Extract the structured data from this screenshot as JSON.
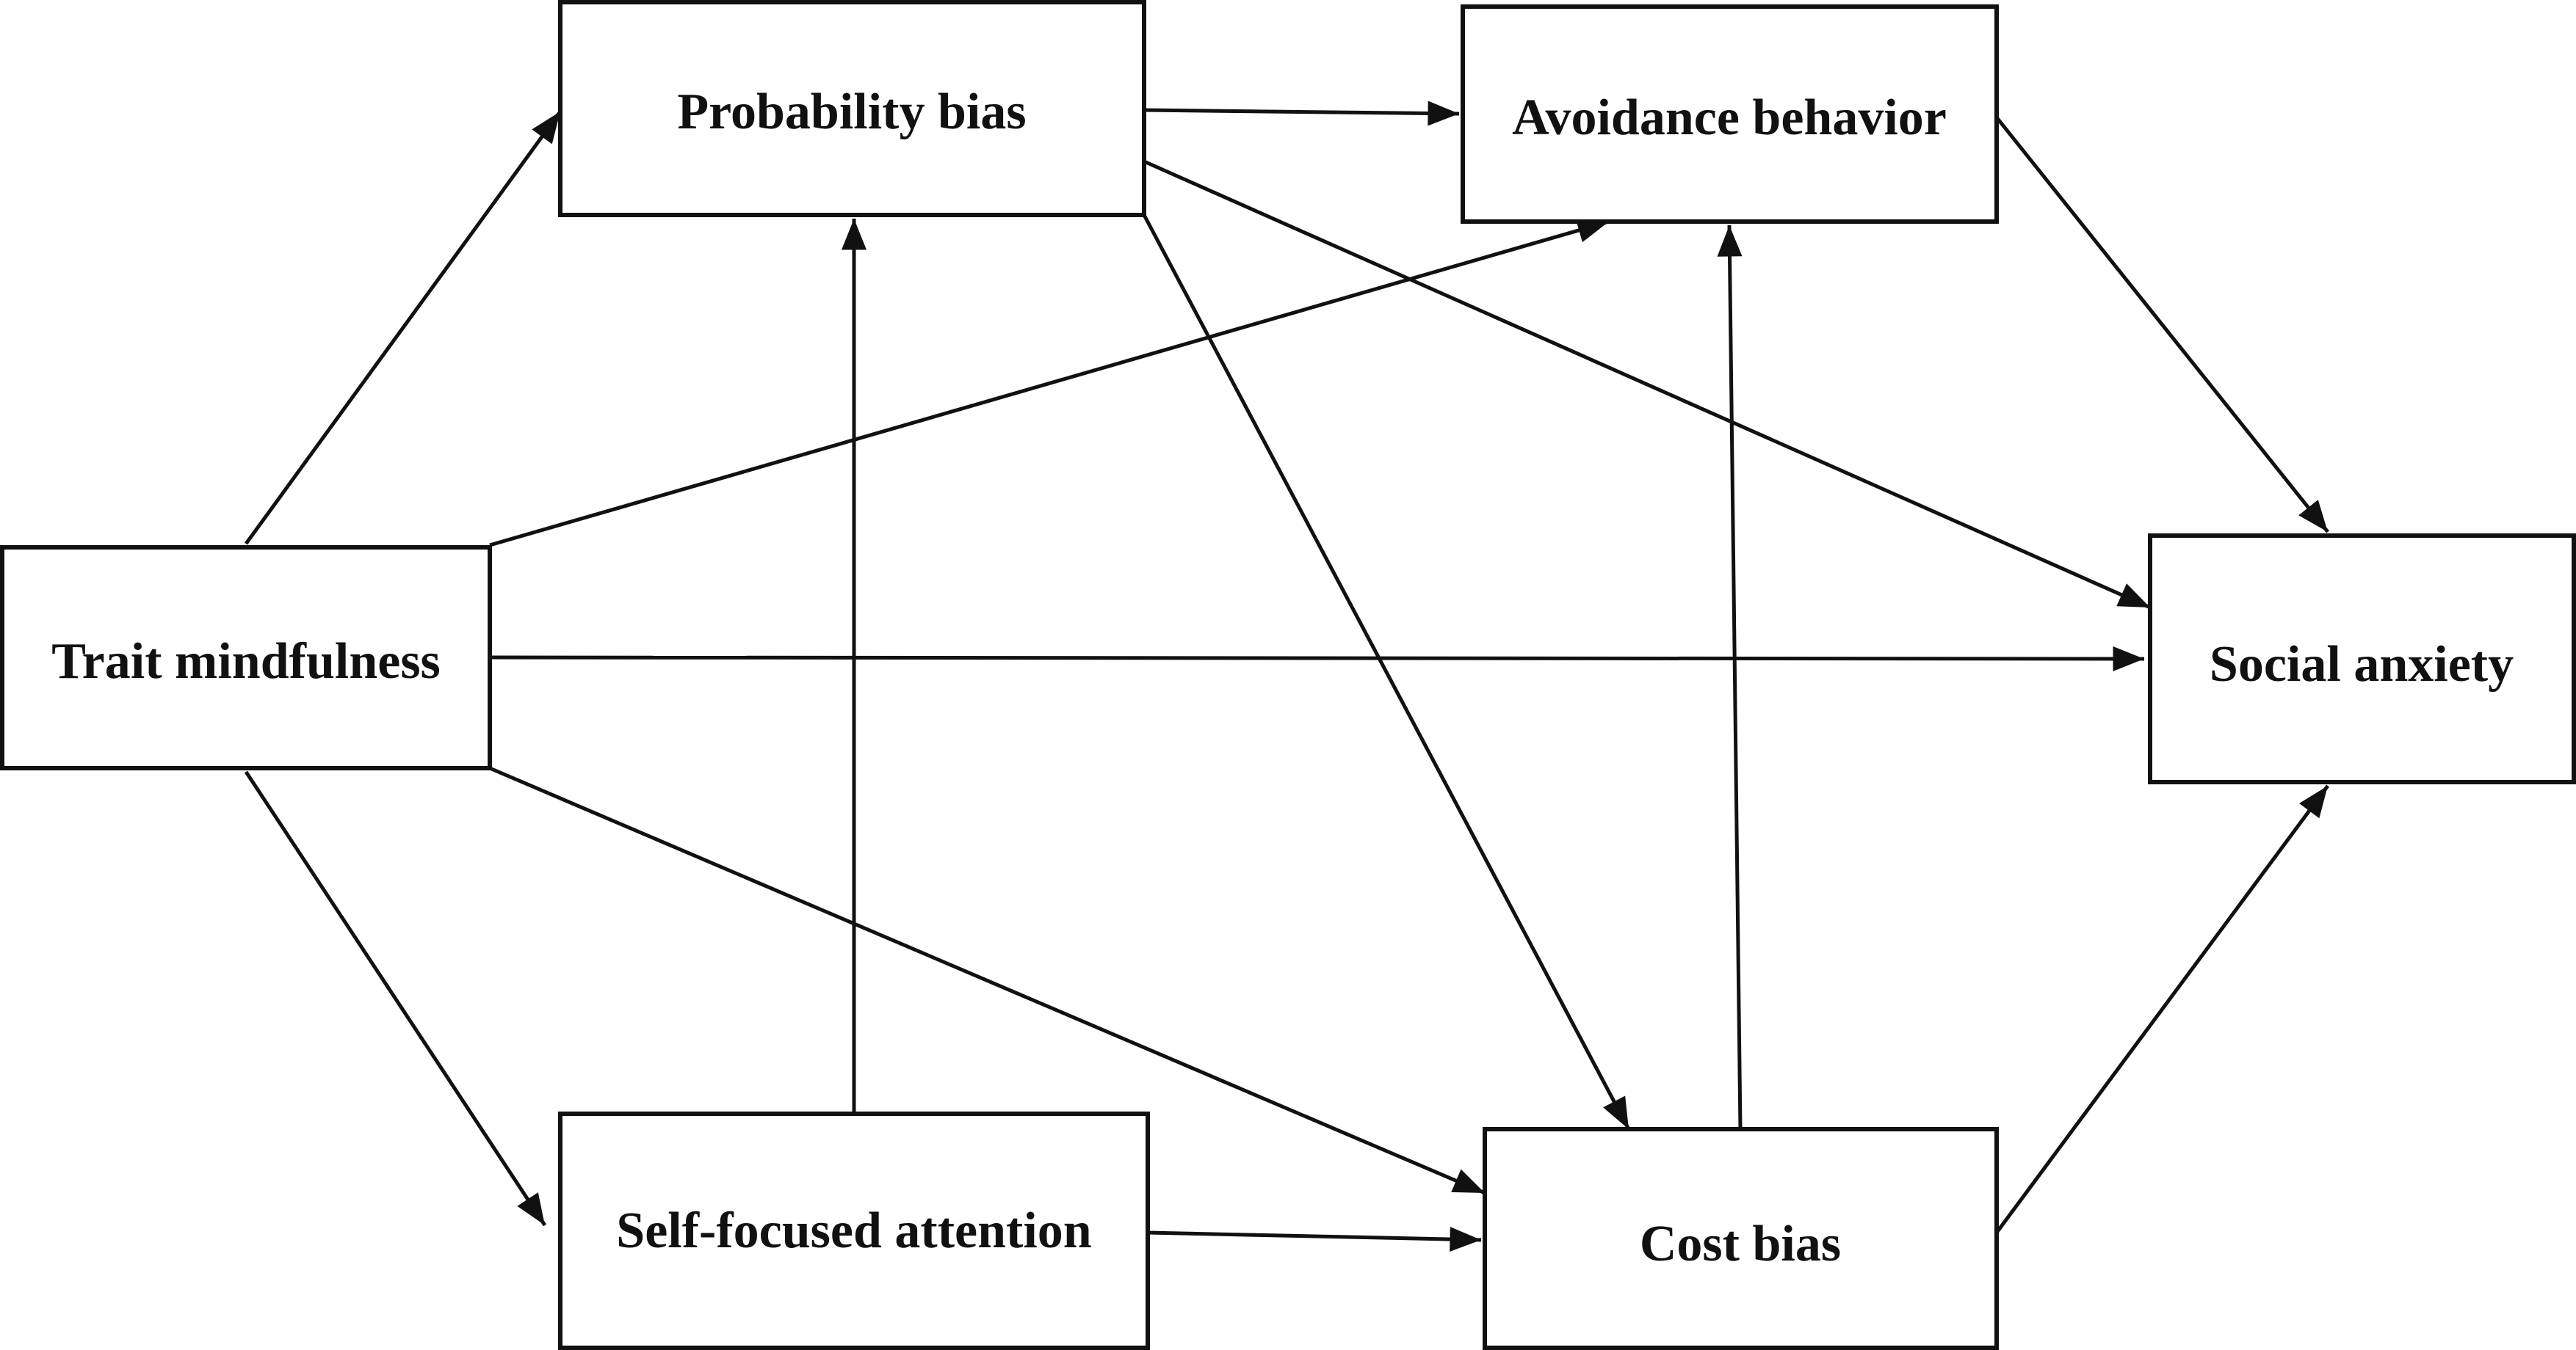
{
  "diagram": {
    "nodes": {
      "trait_mindfulness": "Trait mindfulness",
      "probability_bias": "Probability bias",
      "avoidance_behavior": "Avoidance behavior",
      "social_anxiety": "Social anxiety",
      "self_focused_attention": "Self-focused attention",
      "cost_bias": "Cost bias"
    },
    "edges": [
      {
        "from": "trait_mindfulness",
        "to": "probability_bias"
      },
      {
        "from": "trait_mindfulness",
        "to": "avoidance_behavior"
      },
      {
        "from": "trait_mindfulness",
        "to": "social_anxiety"
      },
      {
        "from": "trait_mindfulness",
        "to": "cost_bias"
      },
      {
        "from": "trait_mindfulness",
        "to": "self_focused_attention"
      },
      {
        "from": "probability_bias",
        "to": "avoidance_behavior"
      },
      {
        "from": "probability_bias",
        "to": "social_anxiety"
      },
      {
        "from": "probability_bias",
        "to": "cost_bias"
      },
      {
        "from": "self_focused_attention",
        "to": "probability_bias"
      },
      {
        "from": "self_focused_attention",
        "to": "cost_bias"
      },
      {
        "from": "cost_bias",
        "to": "avoidance_behavior"
      },
      {
        "from": "cost_bias",
        "to": "social_anxiety"
      },
      {
        "from": "avoidance_behavior",
        "to": "social_anxiety"
      }
    ],
    "colors": {
      "stroke": "#111111",
      "background": "#ffffff"
    }
  }
}
